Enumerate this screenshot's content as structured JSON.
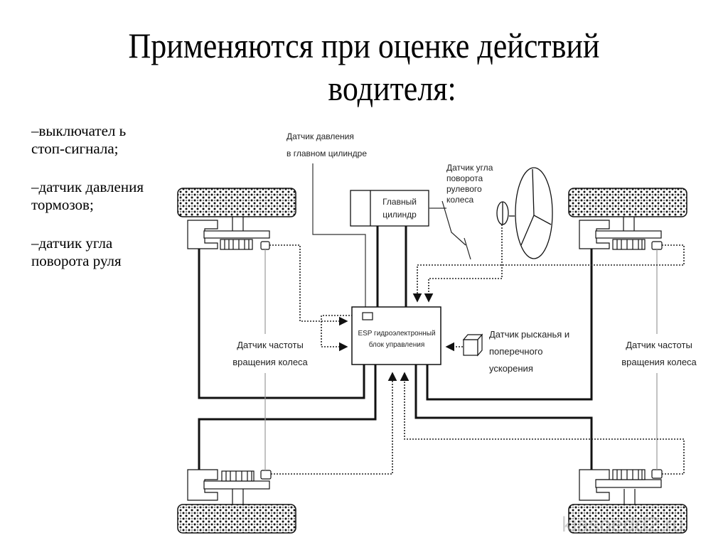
{
  "slide": {
    "title_line1": "Применяются при оценке действий",
    "title_line2": "водителя:",
    "bullets": [
      "–выключател ь стоп-сигнала;",
      "–датчик давления тормозов;",
      "–датчик угла поворота руля"
    ]
  },
  "diagram": {
    "labels": {
      "pressure_sensor_line1": "Датчик давления",
      "pressure_sensor_line2": "в главном цилиндре",
      "master_cylinder_line1": "Главный",
      "master_cylinder_line2": "цилиндр",
      "steering_sensor_line1": "Датчик угла",
      "steering_sensor_line2": "поворота",
      "steering_sensor_line3": "рулевого",
      "steering_sensor_line4": "колеса",
      "esp_unit_line1": "ESP гидроэлектронный",
      "esp_unit_line2": "блок управления",
      "yaw_sensor_line1": "Датчик рысканья и",
      "yaw_sensor_line2": "поперечного",
      "yaw_sensor_line3": "ускорения",
      "wheel_speed_left_line1": "Датчик частоты",
      "wheel_speed_left_line2": "вращения колеса",
      "wheel_speed_right_line1": "Датчик частоты",
      "wheel_speed_right_line2": "вращения колеса"
    },
    "watermark": "kiasoedd2.ru"
  }
}
